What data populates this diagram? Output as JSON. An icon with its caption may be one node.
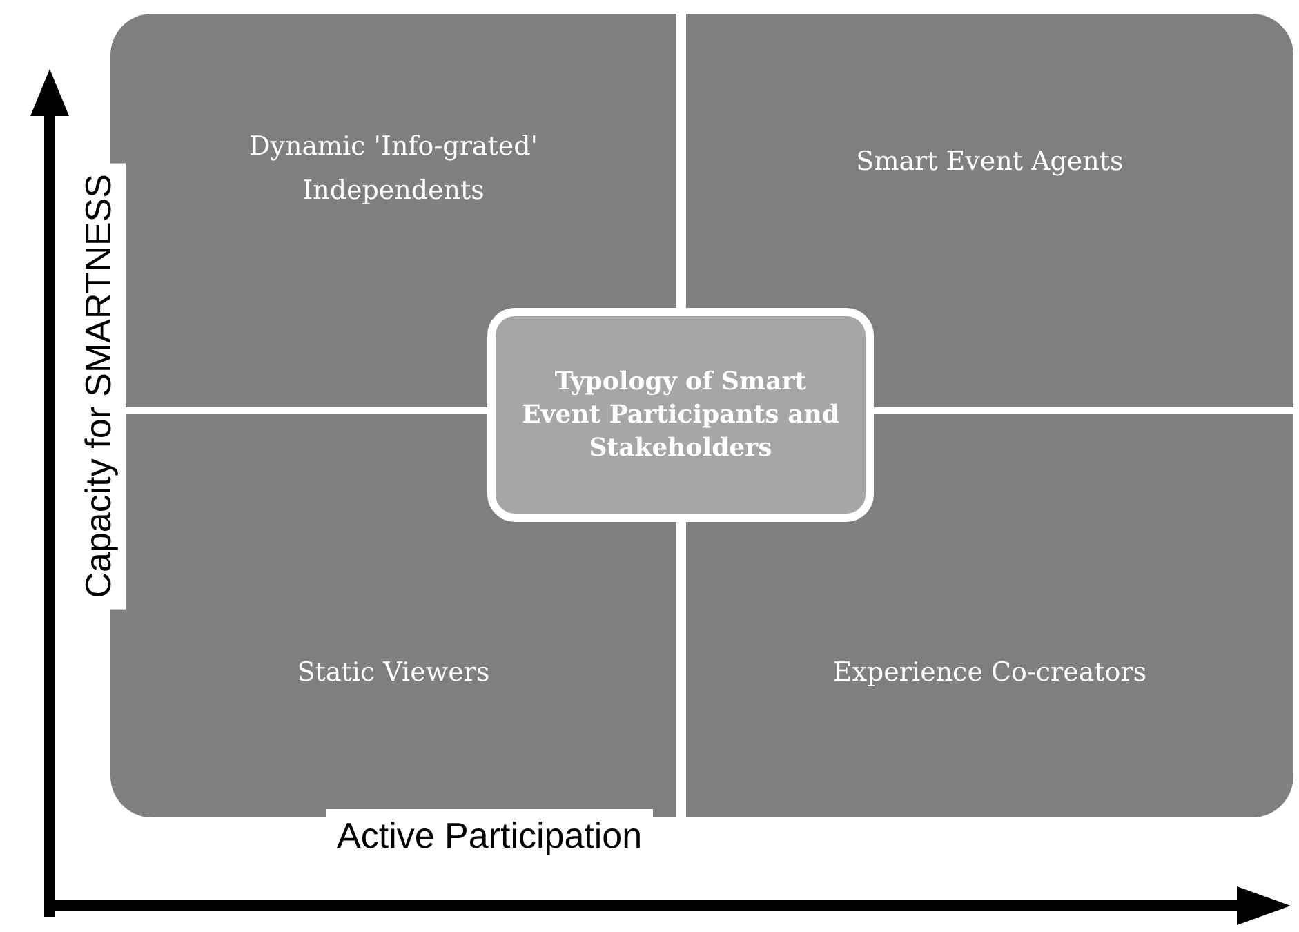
{
  "diagram": {
    "nodes": [
      {
        "text": [
          "Dynamic 'Info-grated' Independents"
        ]
      },
      {
        "text": [
          "Smart Event Agents"
        ]
      },
      {
        "text": [
          "Typology of Smart Event Participants and Stakeholders"
        ]
      },
      {
        "text": [
          "Static Viewers"
        ]
      },
      {
        "text": [
          "Experience Co-creators"
        ]
      }
    ],
    "labels": [
      "Capacity for SMARTNESS",
      "Active Participation"
    ]
  }
}
